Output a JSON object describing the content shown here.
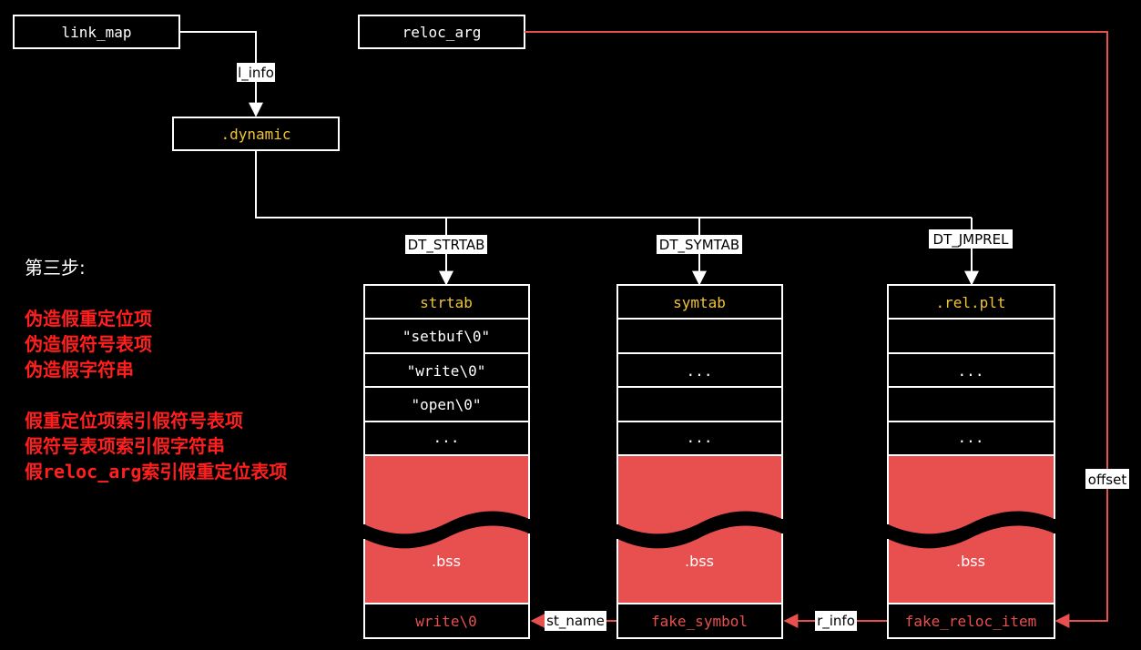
{
  "top_boxes": {
    "link_map": "link_map",
    "reloc_arg": "reloc_arg",
    "dynamic": ".dynamic"
  },
  "edge_labels": {
    "l_info": "l_info",
    "dt_strtab": "DT_STRTAB",
    "dt_symtab": "DT_SYMTAB",
    "dt_jmprel": "DT_JMPREL",
    "offset": "offset",
    "st_name": "st_name",
    "r_info": "r_info"
  },
  "columns": {
    "strtab": {
      "header": "strtab",
      "rows": [
        "\"setbuf\\0\"",
        "\"write\\0\"",
        "\"open\\0\"",
        "..."
      ],
      "bss": ".bss",
      "fake": "write\\0"
    },
    "symtab": {
      "header": "symtab",
      "rows": [
        "",
        "...",
        "",
        "..."
      ],
      "bss": ".bss",
      "fake": "fake_symbol"
    },
    "relplt": {
      "header": ".rel.plt",
      "rows": [
        "",
        "...",
        "",
        "..."
      ],
      "bss": ".bss",
      "fake": "fake_reloc_item"
    }
  },
  "steps": {
    "title": "第三步:",
    "lines_a": [
      "伪造假重定位项",
      "伪造假符号表项",
      "伪造假字符串"
    ],
    "lines_b": [
      "假重定位项索引假符号表项",
      "假符号表项索引假字符串"
    ],
    "line_c_pre": "假",
    "line_c_code": "reloc_arg",
    "line_c_post": "索引假重定位表项"
  },
  "colors": {
    "background": "#000000",
    "border": "#ffffff",
    "accent_yellow": "#f0c43a",
    "accent_red": "#e8504f",
    "arrow_red": "#e8504f",
    "text_red": "#ff1f1f"
  }
}
